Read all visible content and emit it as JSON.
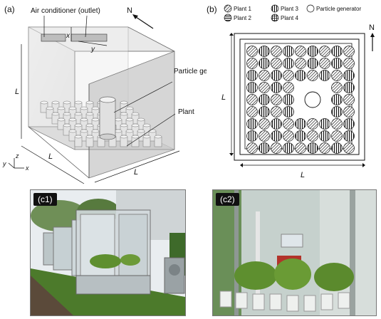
{
  "panels": {
    "a": {
      "label": "(a)",
      "air_conditioner": "Air conditioner (outlet)",
      "north": "N",
      "dim_x": "x",
      "dim_y": "y",
      "particle_generator": "Particle generator",
      "plant": "Plant",
      "L_left": "L",
      "L_bottom_left": "L",
      "L_bottom_right": "L",
      "axis_x": "x",
      "axis_y": "y",
      "axis_z": "z"
    },
    "b": {
      "label": "(b)",
      "legend": [
        {
          "name": "Plant 1",
          "pattern": "diag"
        },
        {
          "name": "Plant 2",
          "pattern": "horiz"
        },
        {
          "name": "Plant 3",
          "pattern": "vert"
        },
        {
          "name": "Plant 4",
          "pattern": "grid"
        },
        {
          "name": "Particle generator",
          "pattern": "empty"
        }
      ],
      "north": "N",
      "L_side": "L",
      "L_bottom": "L"
    },
    "c1": {
      "label": "(c1)"
    },
    "c2": {
      "label": "(c2)"
    }
  },
  "colors": {
    "chamber_fill": "#d9d9d9",
    "chamber_stroke": "#555555",
    "photo1_sky": "#e8ecef",
    "photo1_grass": "#4d7a2c",
    "photo2_bg": "#c9d3cf",
    "plant_green": "#5e8f2f"
  }
}
